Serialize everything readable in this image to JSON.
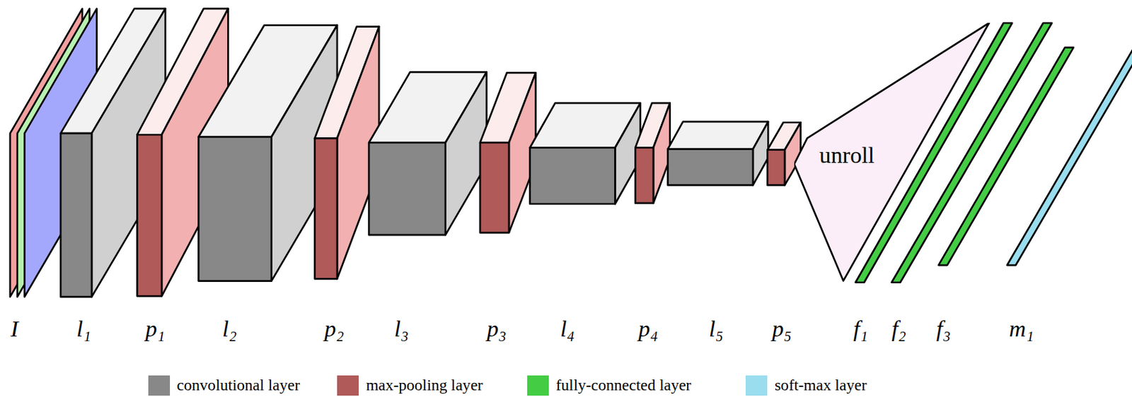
{
  "diagram": {
    "nodes": [
      {
        "text": [
          "unroll"
        ]
      }
    ],
    "labels": [
      "I",
      "l₁",
      "p₁",
      "l₂",
      "p₂",
      "l₃",
      "p₃",
      "l₄",
      "p₄",
      "l₅",
      "p₅",
      "f₁",
      "f₂",
      "f₃",
      "m₁"
    ],
    "legend": [
      {
        "text": "convolutional layer",
        "color": "#888888"
      },
      {
        "text": "max-pooling layer",
        "color": "#b05a5a"
      },
      {
        "text": "fully-connected layer",
        "color": "#44cc44"
      },
      {
        "text": "soft-max layer",
        "color": "#99ddee"
      }
    ]
  }
}
